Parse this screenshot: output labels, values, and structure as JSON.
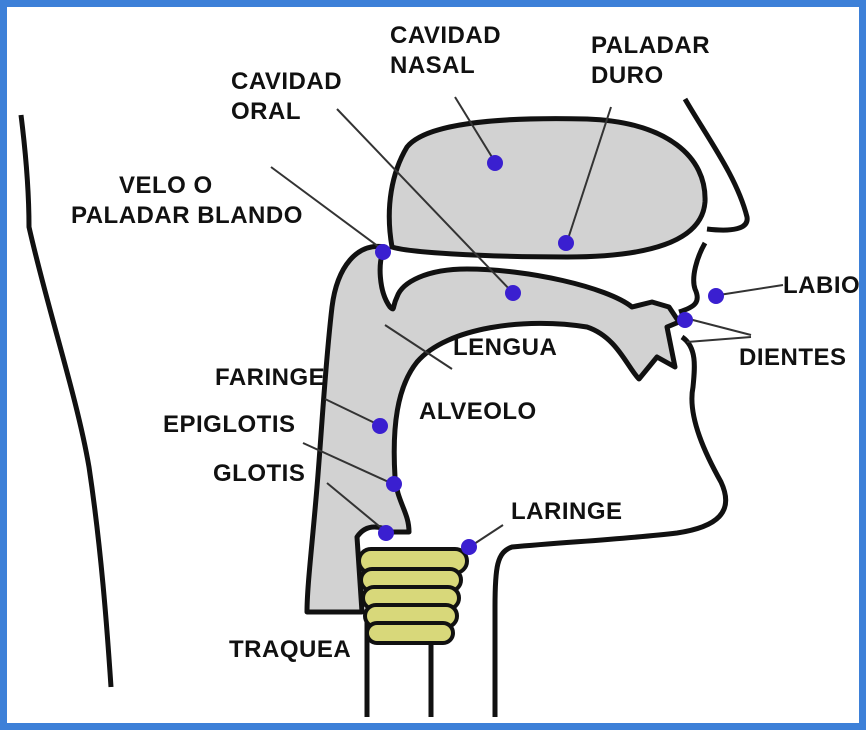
{
  "colors": {
    "frame": "#3d80d8",
    "tract_fill": "#d2d2d2",
    "outline": "#111111",
    "dot": "#3a1fd0",
    "trachea_fill": "#d8d87a"
  },
  "labels": {
    "cavidad_nasal": [
      "CAVIDAD",
      "NASAL"
    ],
    "paladar_duro": [
      "PALADAR",
      "DURO"
    ],
    "cavidad_oral": [
      "CAVIDAD",
      "ORAL"
    ],
    "velo": [
      "VELO O",
      "PALADAR BLANDO"
    ],
    "labio": "LABIO",
    "dientes": "DIENTES",
    "lengua": "LENGUA",
    "faringe": "FARINGE",
    "alveolo": "ALVEOLO",
    "epiglotis": "EPIGLOTIS",
    "glotis": "GLOTIS",
    "laringe": "LARINGE",
    "traquea": "TRAQUEA"
  }
}
